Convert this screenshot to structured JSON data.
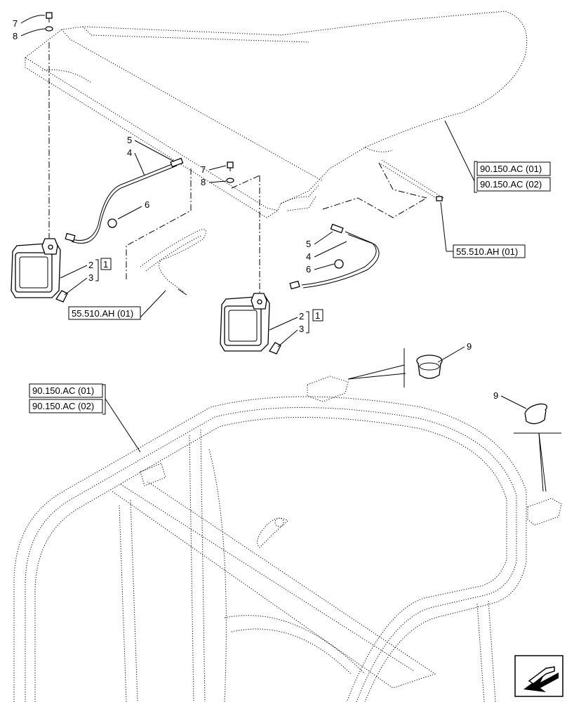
{
  "callouts": {
    "c7a": "7",
    "c8a": "8",
    "c5a": "5",
    "c4a": "4",
    "c6a": "6",
    "c2a": "2",
    "c3a": "3",
    "c1a": "1",
    "c7b": "7",
    "c8b": "8",
    "c5b": "5",
    "c4b": "4",
    "c6b": "6",
    "c2b": "2",
    "c3b": "3",
    "c1b": "1",
    "c9a": "9",
    "c9b": "9"
  },
  "references": {
    "ref_90_150_ac_01_top": "90.150.AC (01)",
    "ref_90_150_ac_02_top": "90.150.AC (02)",
    "ref_55_510_ah_01_right": "55.510.AH (01)",
    "ref_55_510_ah_01_left": "55.510.AH (01)",
    "ref_90_150_ac_01_cab": "90.150.AC (01)",
    "ref_90_150_ac_02_cab": "90.150.AC (02)"
  },
  "icons": {
    "nav": "arrow-left-down-icon"
  }
}
